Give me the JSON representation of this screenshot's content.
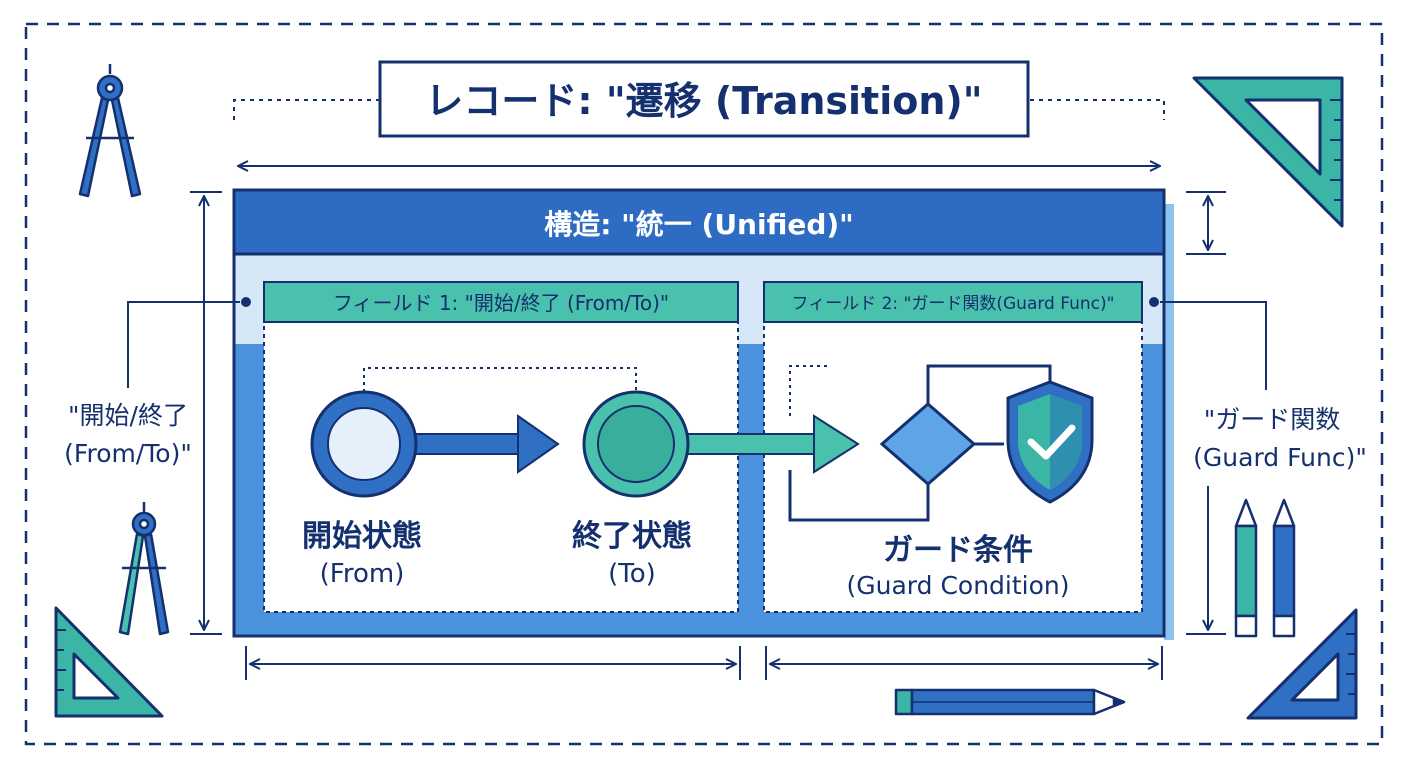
{
  "title": "レコード: \"遷移 (Transition)\"",
  "structure_header": "構造: \"統一 (Unified)\"",
  "field1": {
    "label": "フィールド 1: \"開始/終了 (From/To)\"",
    "from_state": {
      "line1": "開始状態",
      "line2": "(From)"
    },
    "to_state": {
      "line1": "終了状態",
      "line2": "(To)"
    }
  },
  "field2": {
    "label": "フィールド 2: \"ガード関数(Guard Func)\"",
    "guard": {
      "line1": "ガード条件",
      "line2": "(Guard Condition)"
    }
  },
  "side_left": {
    "line1": "\"開始/終了",
    "line2": "(From/To)\""
  },
  "side_right": {
    "line1": "\"ガード関数",
    "line2": "(Guard Func)\""
  },
  "colors": {
    "navy": "#15306e",
    "blue": "#2f6fc4",
    "header_blue": "#2e6cc3",
    "light_blue": "#cfe3f7",
    "mid_blue": "#5a9ddf",
    "teal": "#3bb5a5",
    "teal_light": "#49c1ad",
    "white": "#ffffff"
  },
  "icons": [
    "compass-icon",
    "set-square-icon",
    "pencil-icon",
    "shield-check-icon"
  ]
}
